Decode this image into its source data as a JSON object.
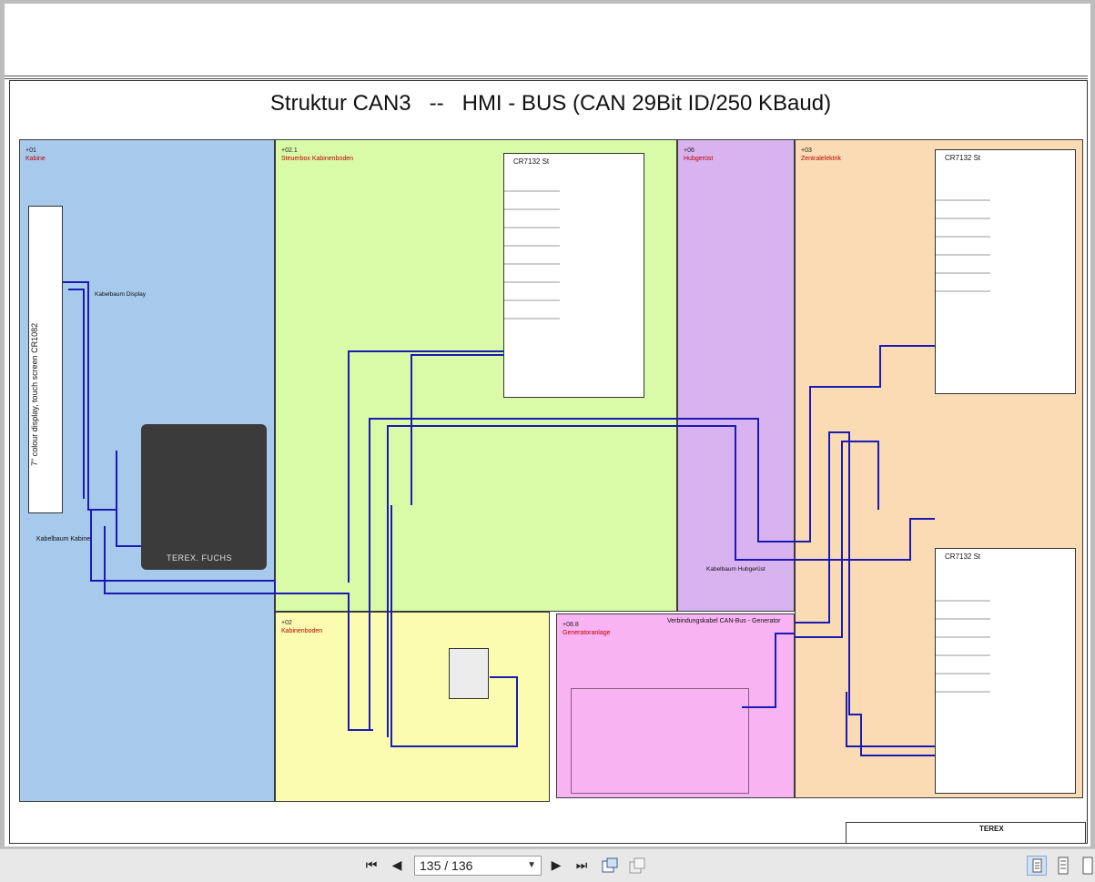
{
  "diagram": {
    "title": "Struktur CAN3   --   HMI - BUS (CAN 29Bit ID/250 KBaud)",
    "zones": [
      {
        "code": "+01",
        "name": "Kabine"
      },
      {
        "code": "+02.1",
        "name": "Steuerbox Kabinenboden"
      },
      {
        "code": "+06",
        "name": "Hubgerüst"
      },
      {
        "code": "+03",
        "name": "Zentralelektrik"
      },
      {
        "code": "+02",
        "name": "Kabinenboden"
      },
      {
        "code": "+08.8",
        "name": "Generatoranlage"
      }
    ],
    "modules": {
      "cr7132_a": "CR7132 St",
      "cr7132_b": "CR7132 St",
      "cr7132_c": "CR7132 St",
      "display": "7\" colour display, touch screen CR1082"
    },
    "labels": {
      "kabelbaum_display": "Kabelbaum Display",
      "kabelbaum_kabine": "Kabelbaum Kabine",
      "kabelbaum_hubgeruest": "Kabelbaum Hubgerüst",
      "verbindungskabel": "Verbindungskabel CAN-Bus - Generator",
      "keypad_brand": "TEREX. FUCHS",
      "titleblock_brand": "TEREX"
    },
    "colors": {
      "kabine": "#a6c9ec",
      "steuerbox": "#d9fba8",
      "hubgeruest": "#d9b3f0",
      "zentral": "#fadbb3",
      "kabinenboden": "#fbfcb0",
      "generator": "#f8b3f2",
      "wire": "#1a1ab4"
    }
  },
  "viewer": {
    "page_indicator": "135 / 136",
    "buttons": {
      "first": "⏮",
      "prev": "◀",
      "next": "▶",
      "last": "⏭"
    }
  }
}
